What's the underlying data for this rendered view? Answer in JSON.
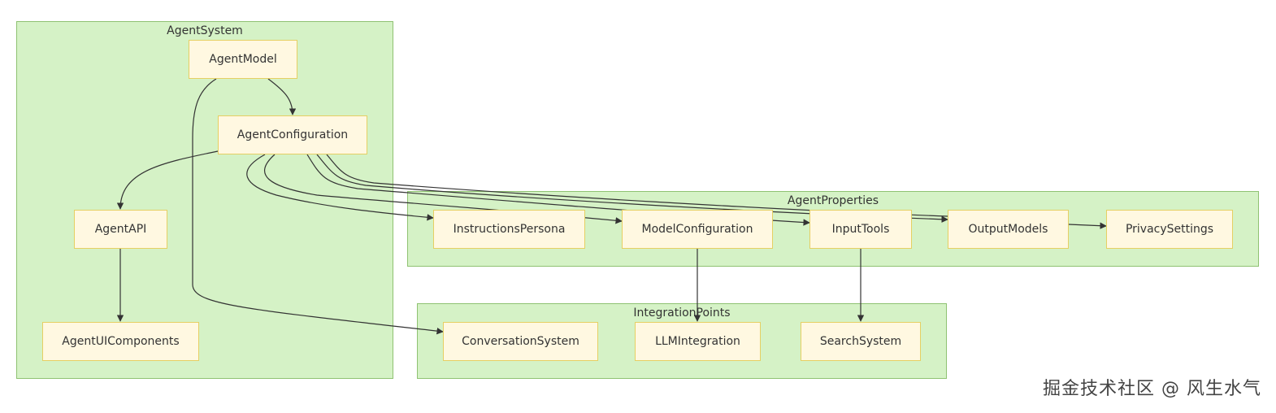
{
  "clusters": {
    "agent_system": "AgentSystem",
    "agent_properties": "AgentProperties",
    "integration_points": "IntegrationPoints"
  },
  "nodes": {
    "agent_model": "AgentModel",
    "agent_configuration": "AgentConfiguration",
    "agent_api": "AgentAPI",
    "agent_ui_components": "AgentUIComponents",
    "instructions_persona": "InstructionsPersona",
    "model_configuration": "ModelConfiguration",
    "input_tools": "InputTools",
    "output_models": "OutputModels",
    "privacy_settings": "PrivacySettings",
    "conversation_system": "ConversationSystem",
    "llm_integration": "LLMIntegration",
    "search_system": "SearchSystem"
  },
  "edges": [
    {
      "from": "AgentModel",
      "to": "AgentConfiguration"
    },
    {
      "from": "AgentModel",
      "to": "ConversationSystem"
    },
    {
      "from": "AgentConfiguration",
      "to": "AgentAPI"
    },
    {
      "from": "AgentConfiguration",
      "to": "InstructionsPersona"
    },
    {
      "from": "AgentConfiguration",
      "to": "ModelConfiguration"
    },
    {
      "from": "AgentConfiguration",
      "to": "InputTools"
    },
    {
      "from": "AgentConfiguration",
      "to": "OutputModels"
    },
    {
      "from": "AgentConfiguration",
      "to": "PrivacySettings"
    },
    {
      "from": "AgentAPI",
      "to": "AgentUIComponents"
    },
    {
      "from": "ModelConfiguration",
      "to": "LLMIntegration"
    },
    {
      "from": "InputTools",
      "to": "SearchSystem"
    }
  ],
  "colors": {
    "cluster_fill": "#d5f2c6",
    "cluster_border": "#8fc272",
    "node_fill": "#fff8e1",
    "node_border": "#e6cf63",
    "edge": "#333333"
  },
  "watermark": "掘金技术社区 @ 风生水气"
}
